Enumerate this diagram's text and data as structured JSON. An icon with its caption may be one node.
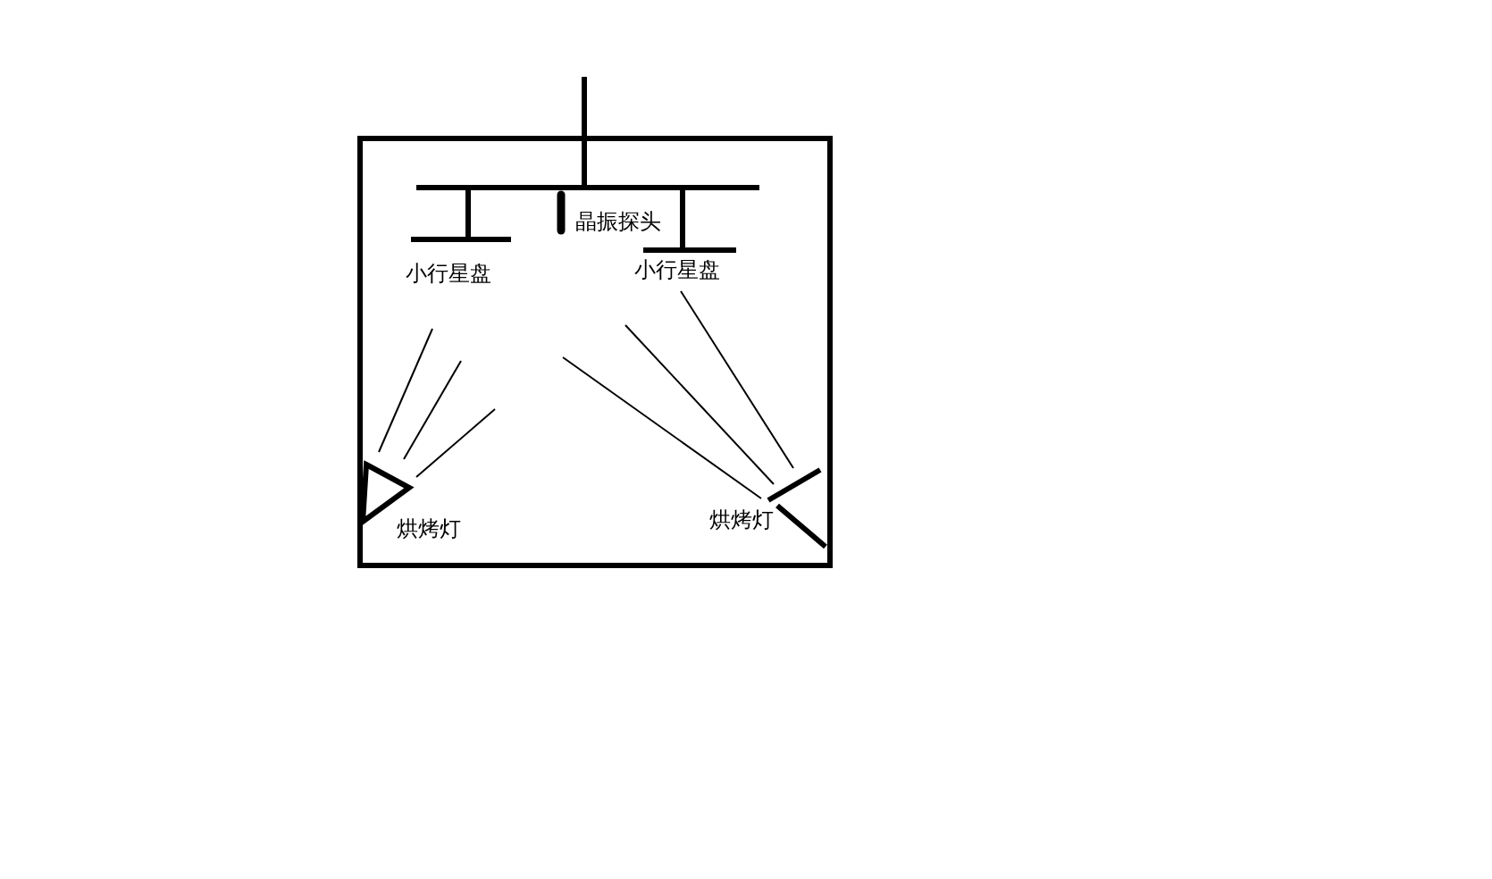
{
  "diagram": {
    "labels": [
      "晶振探头",
      "小行星盘",
      "小行星盘",
      "烘烤灯",
      "烘烤灯"
    ]
  }
}
